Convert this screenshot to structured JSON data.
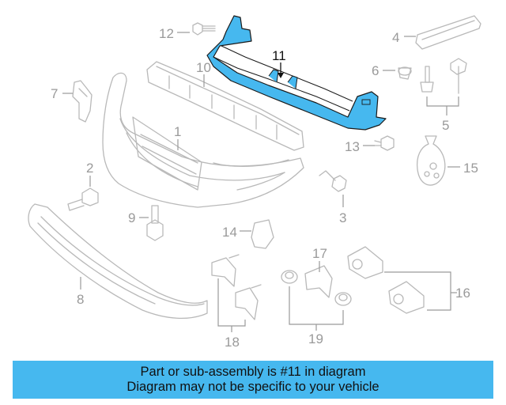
{
  "diagram": {
    "highlight_color": "#46b8ef",
    "line_color": "#b9b9b9",
    "highlighted_part": "11",
    "callouts": [
      "1",
      "2",
      "3",
      "4",
      "5",
      "6",
      "7",
      "8",
      "9",
      "10",
      "11",
      "12",
      "13",
      "14",
      "15",
      "16",
      "17",
      "18",
      "19"
    ]
  },
  "banner": {
    "background": "#46b8ef",
    "line1": "Part or sub-assembly is #11 in diagram",
    "line2": "Diagram may not be specific to your vehicle"
  }
}
